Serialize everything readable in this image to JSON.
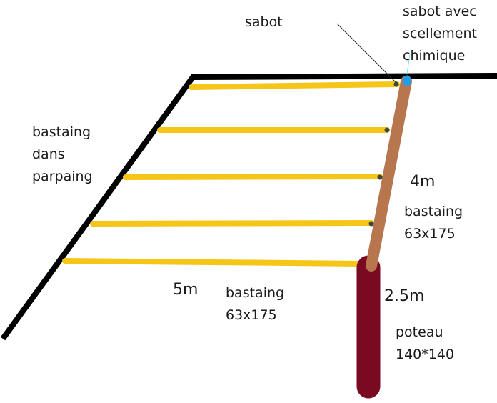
{
  "labels": {
    "sabot": "sabot",
    "sabot_avec_1": "sabot avec",
    "sabot_avec_2": "scellement",
    "sabot_avec_3": "chimique",
    "bastaing_parpaing_1": "bastaing",
    "bastaing_parpaing_2": "dans",
    "bastaing_parpaing_3": "parpaing",
    "dim_4m": "4m",
    "bastaing_diag_1": "bastaing",
    "bastaing_diag_2": "63x175",
    "dim_5m": "5m",
    "bastaing_beam_1": "bastaing",
    "bastaing_beam_2": "63x175",
    "dim_2_5m": "2.5m",
    "poteau_1": "poteau",
    "poteau_2": "140*140"
  },
  "colors": {
    "wall": "#000000",
    "joist": "#f5c518",
    "diagonal_beam": "#b8764e",
    "post": "#7a0a22",
    "sabot_dot": "#3d4a3a",
    "chemical_anchor": "#1ea0e6",
    "leader_line": "#2b2b2b",
    "leader_line_cyan": "#7fe0e8"
  }
}
